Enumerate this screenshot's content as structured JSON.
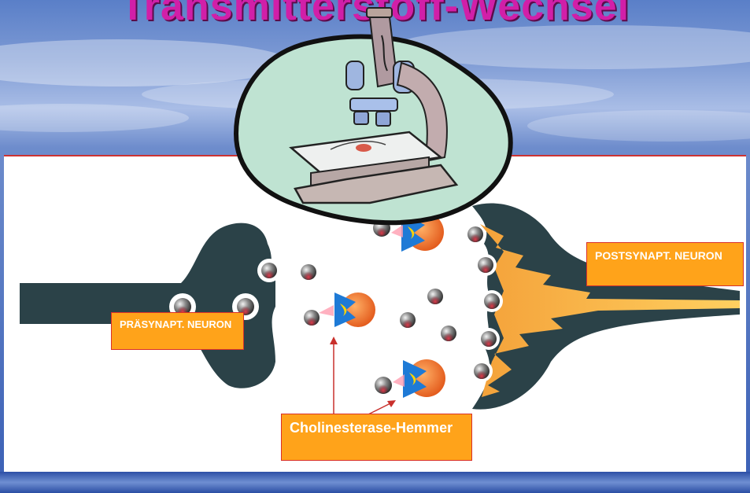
{
  "title": "Transmitterstoff-Wechsel",
  "labels": {
    "presynaptic": "PRÄSYNAPT. NEURON",
    "postsynaptic": "POSTSYNAPT. NEURON",
    "inhibitor": "Cholinesterase-Hemmer"
  },
  "icons": [
    "microscope-icon",
    "transmitter-molecule-icon",
    "cholinesterase-enzyme-icon"
  ],
  "colors": {
    "title": "#d11fa8",
    "label_bg": "#ffa31a",
    "label_border": "#d9302a",
    "neuron_dark": "#2b4248",
    "postsynaptic_glow": "#f5b43a",
    "frame_line": "#cc3333"
  }
}
